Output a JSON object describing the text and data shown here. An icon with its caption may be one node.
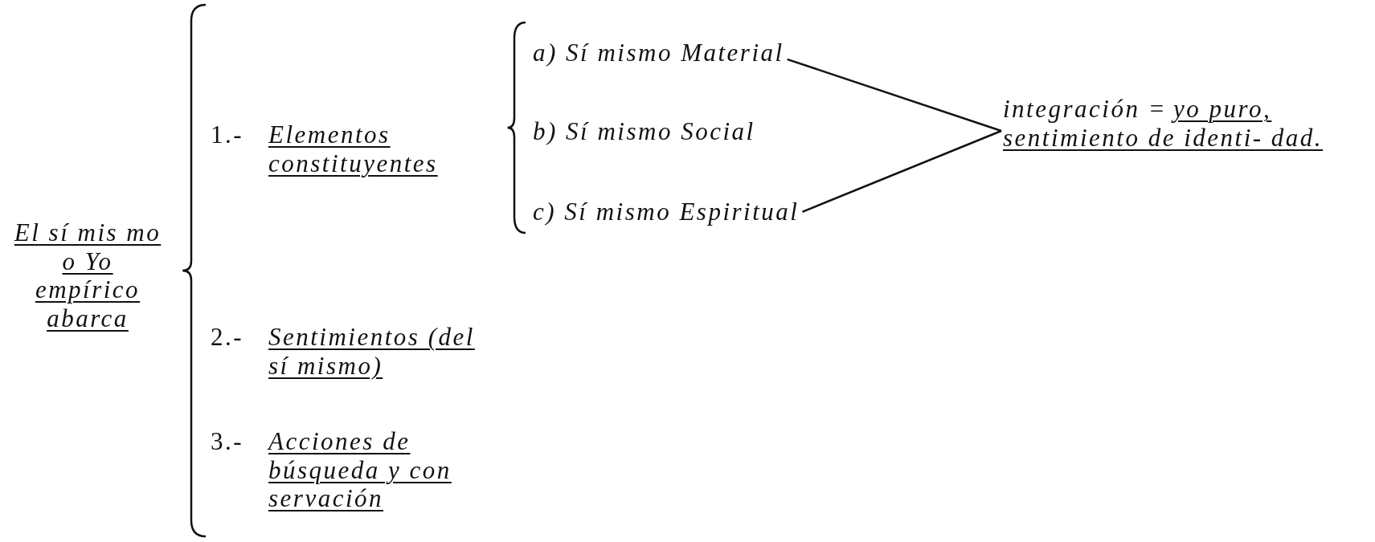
{
  "diagram": {
    "nodes": [
      {
        "text": [
          "El sí mis mo o Yo empírico abarca"
        ]
      },
      {
        "text": [
          "1.-",
          "Elementos constituyentes"
        ]
      },
      {
        "text": [
          "2.-",
          "Sentimientos (del sí mismo)"
        ]
      },
      {
        "text": [
          "3.-",
          "Acciones de búsqueda y con servación"
        ]
      },
      {
        "text": [
          "a) Sí mismo Material"
        ]
      },
      {
        "text": [
          "b) Sí mismo Social"
        ]
      },
      {
        "text": [
          "c) Sí mismo Espiritual"
        ]
      },
      {
        "text": [
          "integración =",
          "yo puro, sentimiento de identi- dad."
        ]
      }
    ],
    "edges": [
      {
        "from": 4,
        "to": 7,
        "arrow": "none"
      },
      {
        "from": 6,
        "to": 7,
        "arrow": "none"
      }
    ]
  }
}
